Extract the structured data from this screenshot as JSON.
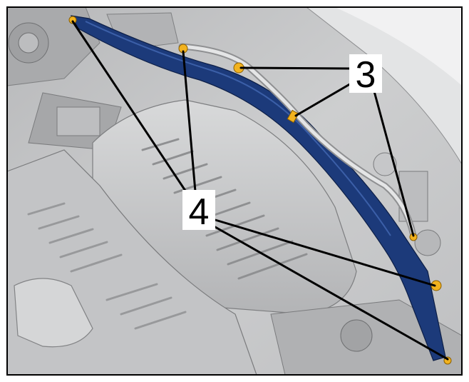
{
  "figure": {
    "callouts": [
      {
        "id": "callout-3",
        "label": "3"
      },
      {
        "id": "callout-4",
        "label": "4"
      }
    ]
  },
  "colors": {
    "frame": "#000000",
    "background": "#c9cacb",
    "bracket": "#1c3a7a",
    "bolt": "#f2b21e",
    "leader": "#000000",
    "label_bg": "#ffffff"
  }
}
